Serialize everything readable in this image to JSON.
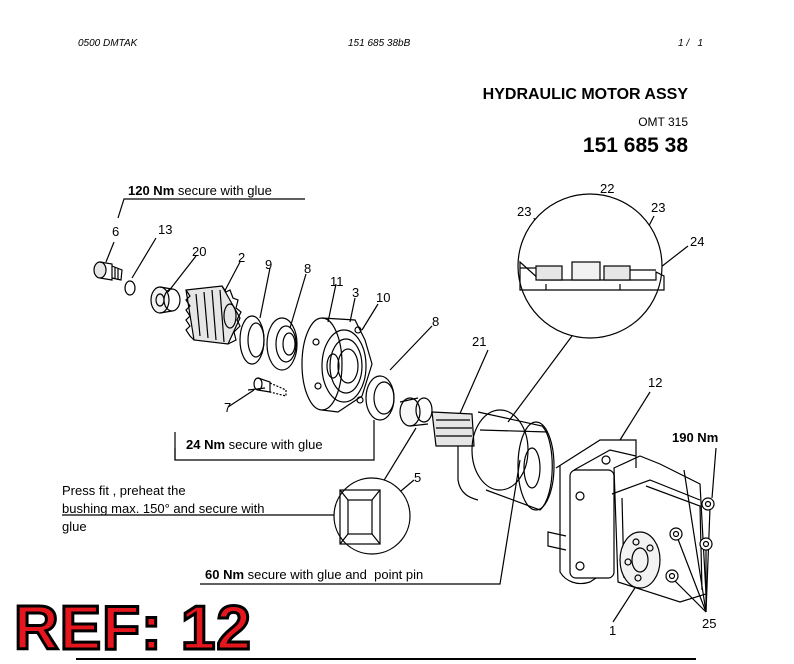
{
  "header": {
    "left": "0500 DMTAK",
    "center": "151 685 38bB",
    "page": "1 /   1"
  },
  "title": {
    "main": "HYDRAULIC MOTOR ASSY",
    "model": "OMT 315",
    "part_number": "151 685 38"
  },
  "callouts": {
    "c120": {
      "value": "120 Nm",
      "text": " secure with glue"
    },
    "c24": {
      "value": "24 Nm",
      "text": " secure with glue"
    },
    "c60": {
      "value": "60 Nm",
      "text": " secure with glue and  point pin"
    },
    "c190": {
      "value": "190 Nm"
    },
    "press_fit": [
      "Press fit , preheat the",
      "bushing max. 150° and secure with",
      "glue"
    ]
  },
  "part_numbers": {
    "p1": "1",
    "p2": "2",
    "p3": "3",
    "p5": "5",
    "p6": "6",
    "p7": "7",
    "p8a": "8",
    "p8b": "8",
    "p9": "9",
    "p10": "10",
    "p11": "11",
    "p12": "12",
    "p13": "13",
    "p20": "20",
    "p21": "21",
    "p22": "22",
    "p23a": "23",
    "p23b": "23",
    "p24": "24",
    "p25": "25"
  },
  "ref_label": "REF: 12",
  "colors": {
    "ref": "#e5161d",
    "line": "#000000",
    "gear_fill": "#e6e6e6"
  }
}
